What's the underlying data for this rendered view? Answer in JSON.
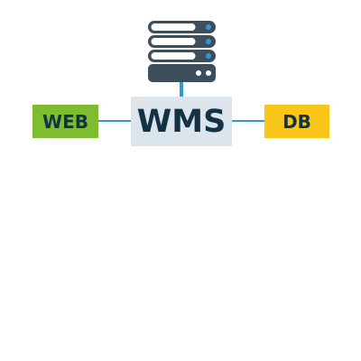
{
  "diagram": {
    "center_label": "WMS",
    "left_label": "WEB",
    "right_label": "DB"
  },
  "colors": {
    "server": "#3d4f5c",
    "server_light": "#ffffff",
    "led": "#3399cc",
    "connector": "#3399cc",
    "center_box": "#dde5ec",
    "center_text": "#143246",
    "left_box": "#7dbd2f",
    "left_text": "#143246",
    "right_box": "#f9c61a",
    "right_text": "#143246"
  },
  "icons": {
    "server": "server-icon"
  }
}
